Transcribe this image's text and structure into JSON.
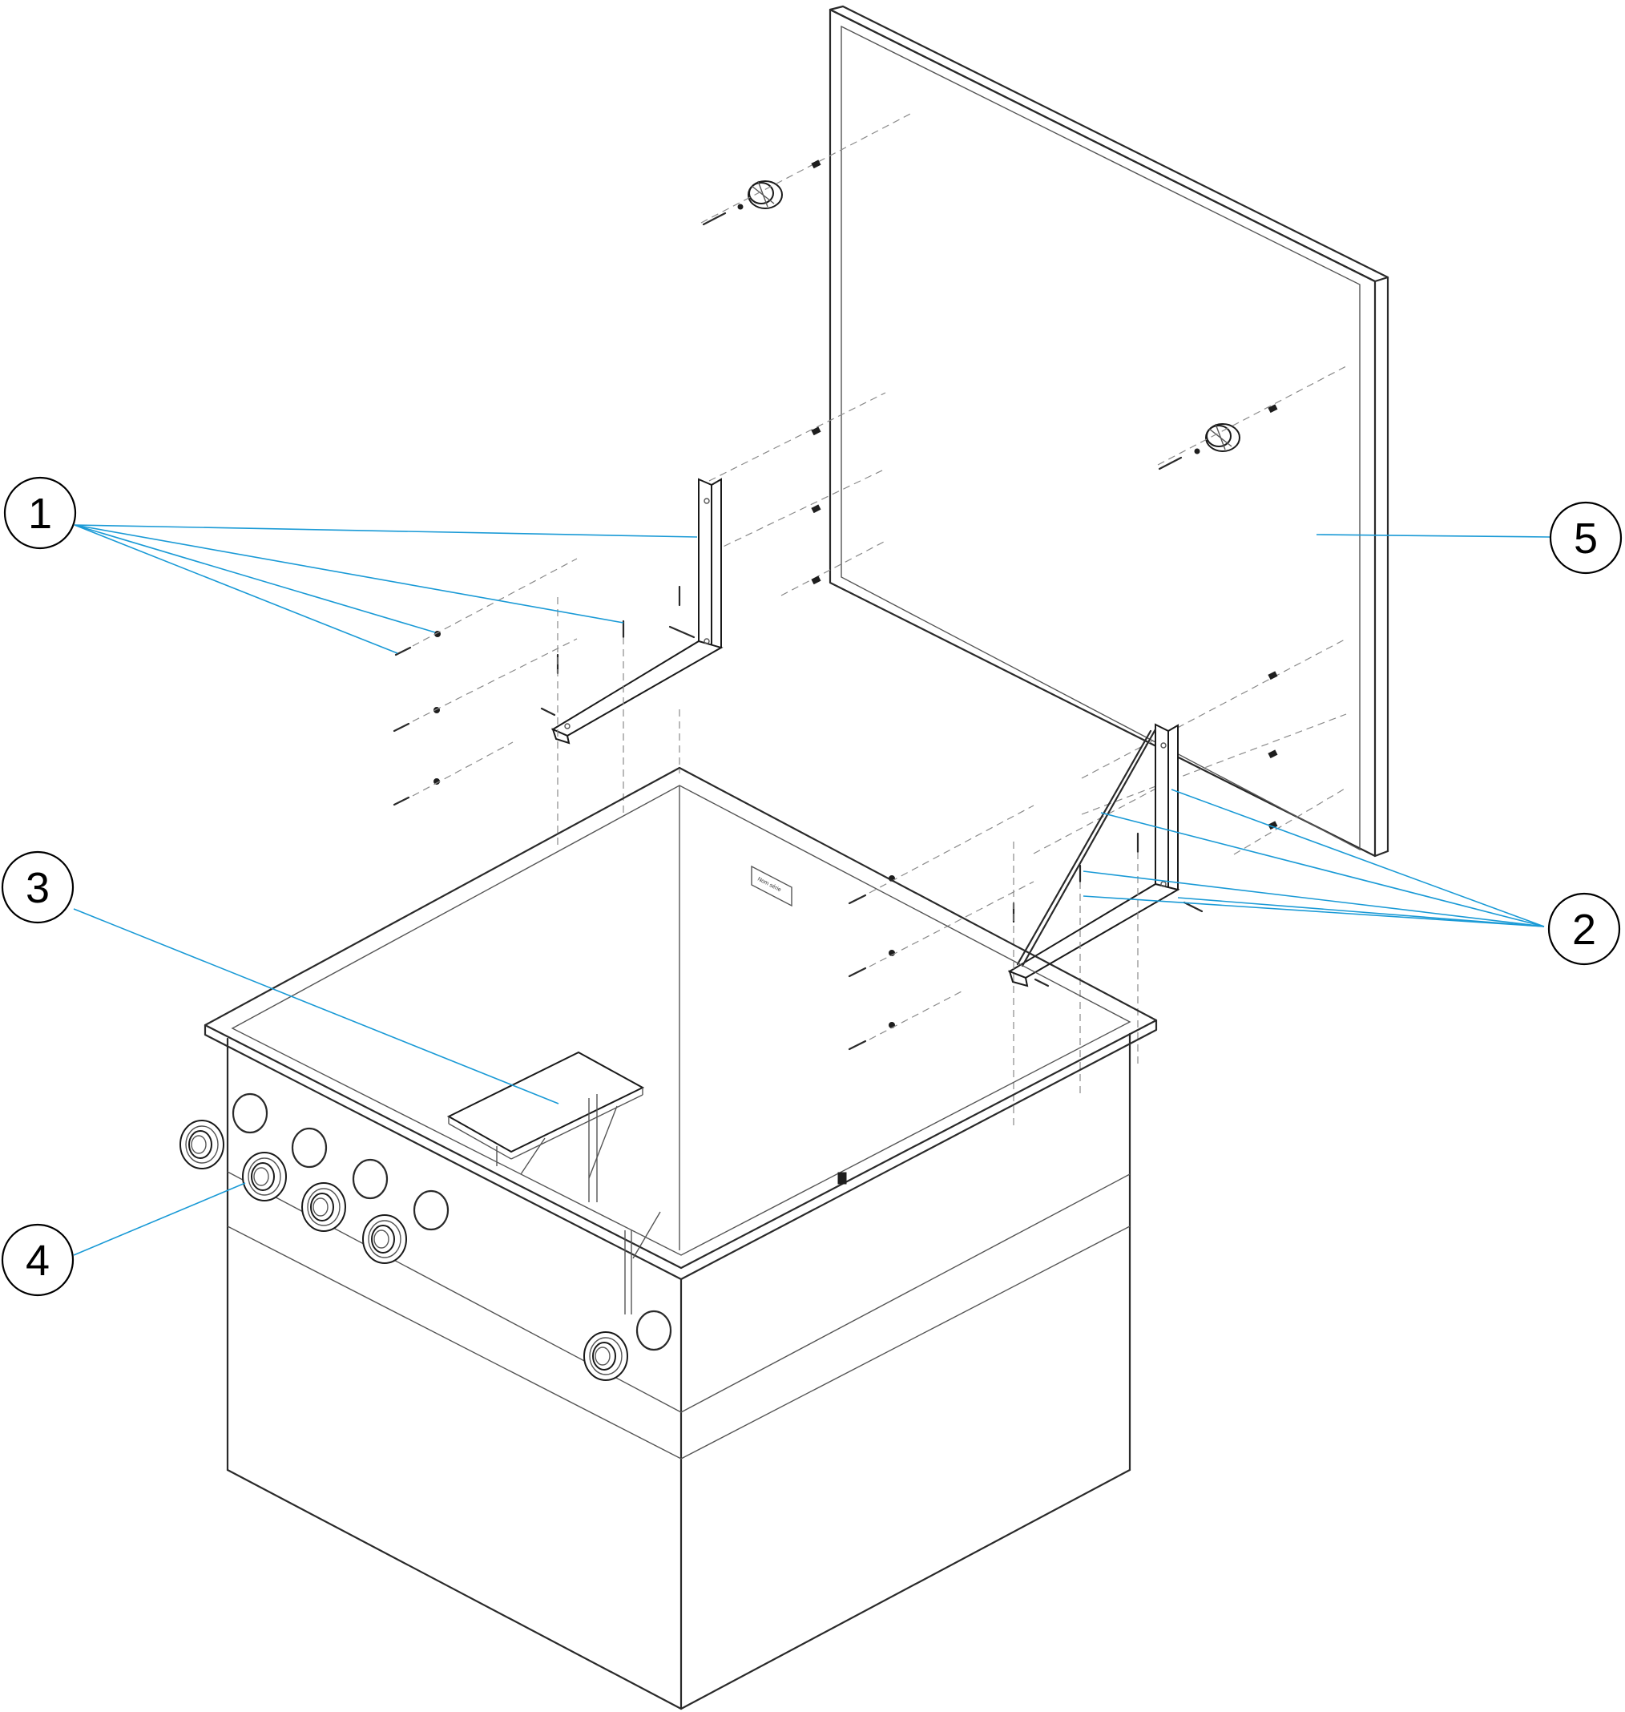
{
  "diagram": {
    "accent_color": "#1a9ad6",
    "callouts": [
      {
        "id": "1",
        "label": "1"
      },
      {
        "id": "2",
        "label": "2"
      },
      {
        "id": "3",
        "label": "3"
      },
      {
        "id": "4",
        "label": "4"
      },
      {
        "id": "5",
        "label": "5"
      }
    ],
    "nameplate_text": "Nom série"
  }
}
